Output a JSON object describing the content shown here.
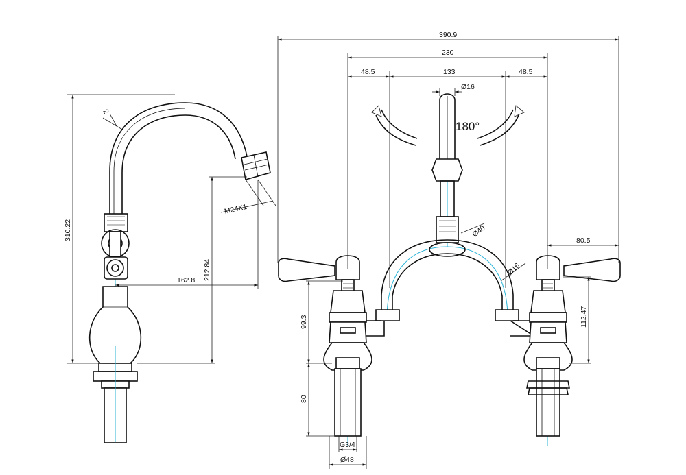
{
  "dimensions": {
    "overall_width": "390.9",
    "handle_centers": "230",
    "left_offset": "48.5",
    "center_span": "133",
    "right_offset": "48.5",
    "spout_dia": "Ø16",
    "rotation": "180°",
    "bridge_dia": "Ø40",
    "tube_dia": "Ø16",
    "handle_reach": "80.5",
    "total_height": "310.22",
    "spout_height": "212.84",
    "spout_reach": "162.8",
    "aerator_thread": "M24X1",
    "small_note": "2",
    "body_height": "99.3",
    "right_height": "112.47",
    "shank_length": "80",
    "shank_thread": "G3/4",
    "base_dia": "Ø48"
  },
  "colors": {
    "line": "#111111",
    "centerline": "#29b3d6",
    "background": "#ffffff"
  }
}
